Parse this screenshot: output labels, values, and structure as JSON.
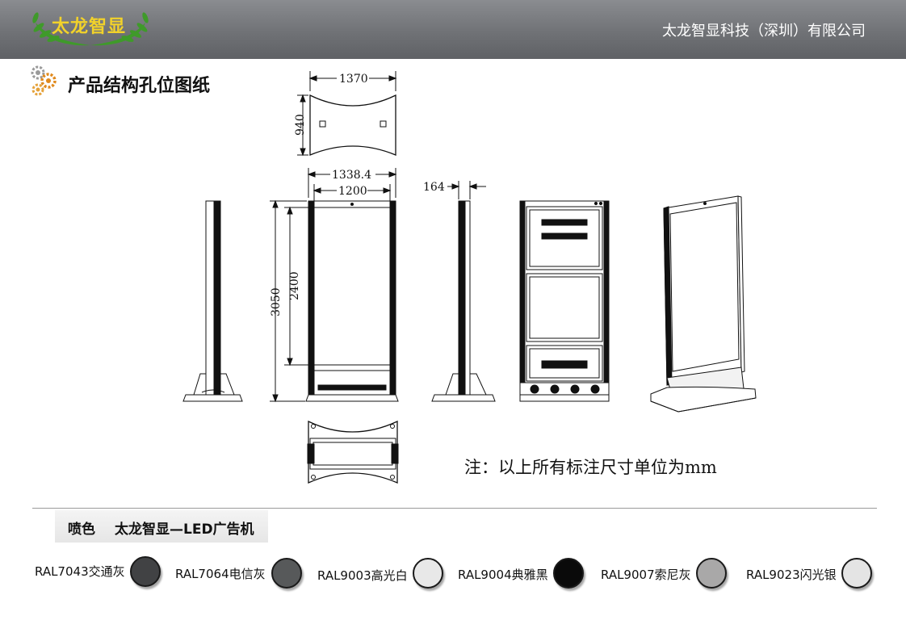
{
  "header": {
    "logo_text": "太龙智显",
    "company_name": "太龙智显科技（深圳）有限公司"
  },
  "section": {
    "title": "产品结构孔位图纸"
  },
  "drawing": {
    "dimensions": {
      "top_width": "1370",
      "top_height": "940",
      "front_outer_width": "1338.4",
      "front_screen_width": "1200",
      "total_height": "3050",
      "screen_height": "2400",
      "side_depth": "164"
    },
    "note": "注：以上所有标注尺寸单位为mm"
  },
  "spray": {
    "label": "喷色",
    "product": "太龙智显—LED广告机",
    "colors": [
      {
        "label": "RAL7043交通灰",
        "color": "#414244"
      },
      {
        "label": "RAL7064电信灰",
        "color": "#57595a"
      },
      {
        "label": "RAL9003高光白",
        "color": "#e8e8e8"
      },
      {
        "label": "RAL9004典雅黑",
        "color": "#0a0a0a"
      },
      {
        "label": "RAL9007索尼灰",
        "color": "#a9a8a8"
      },
      {
        "label": "RAL9023闪光银",
        "color": "#e4e4e4"
      }
    ]
  }
}
